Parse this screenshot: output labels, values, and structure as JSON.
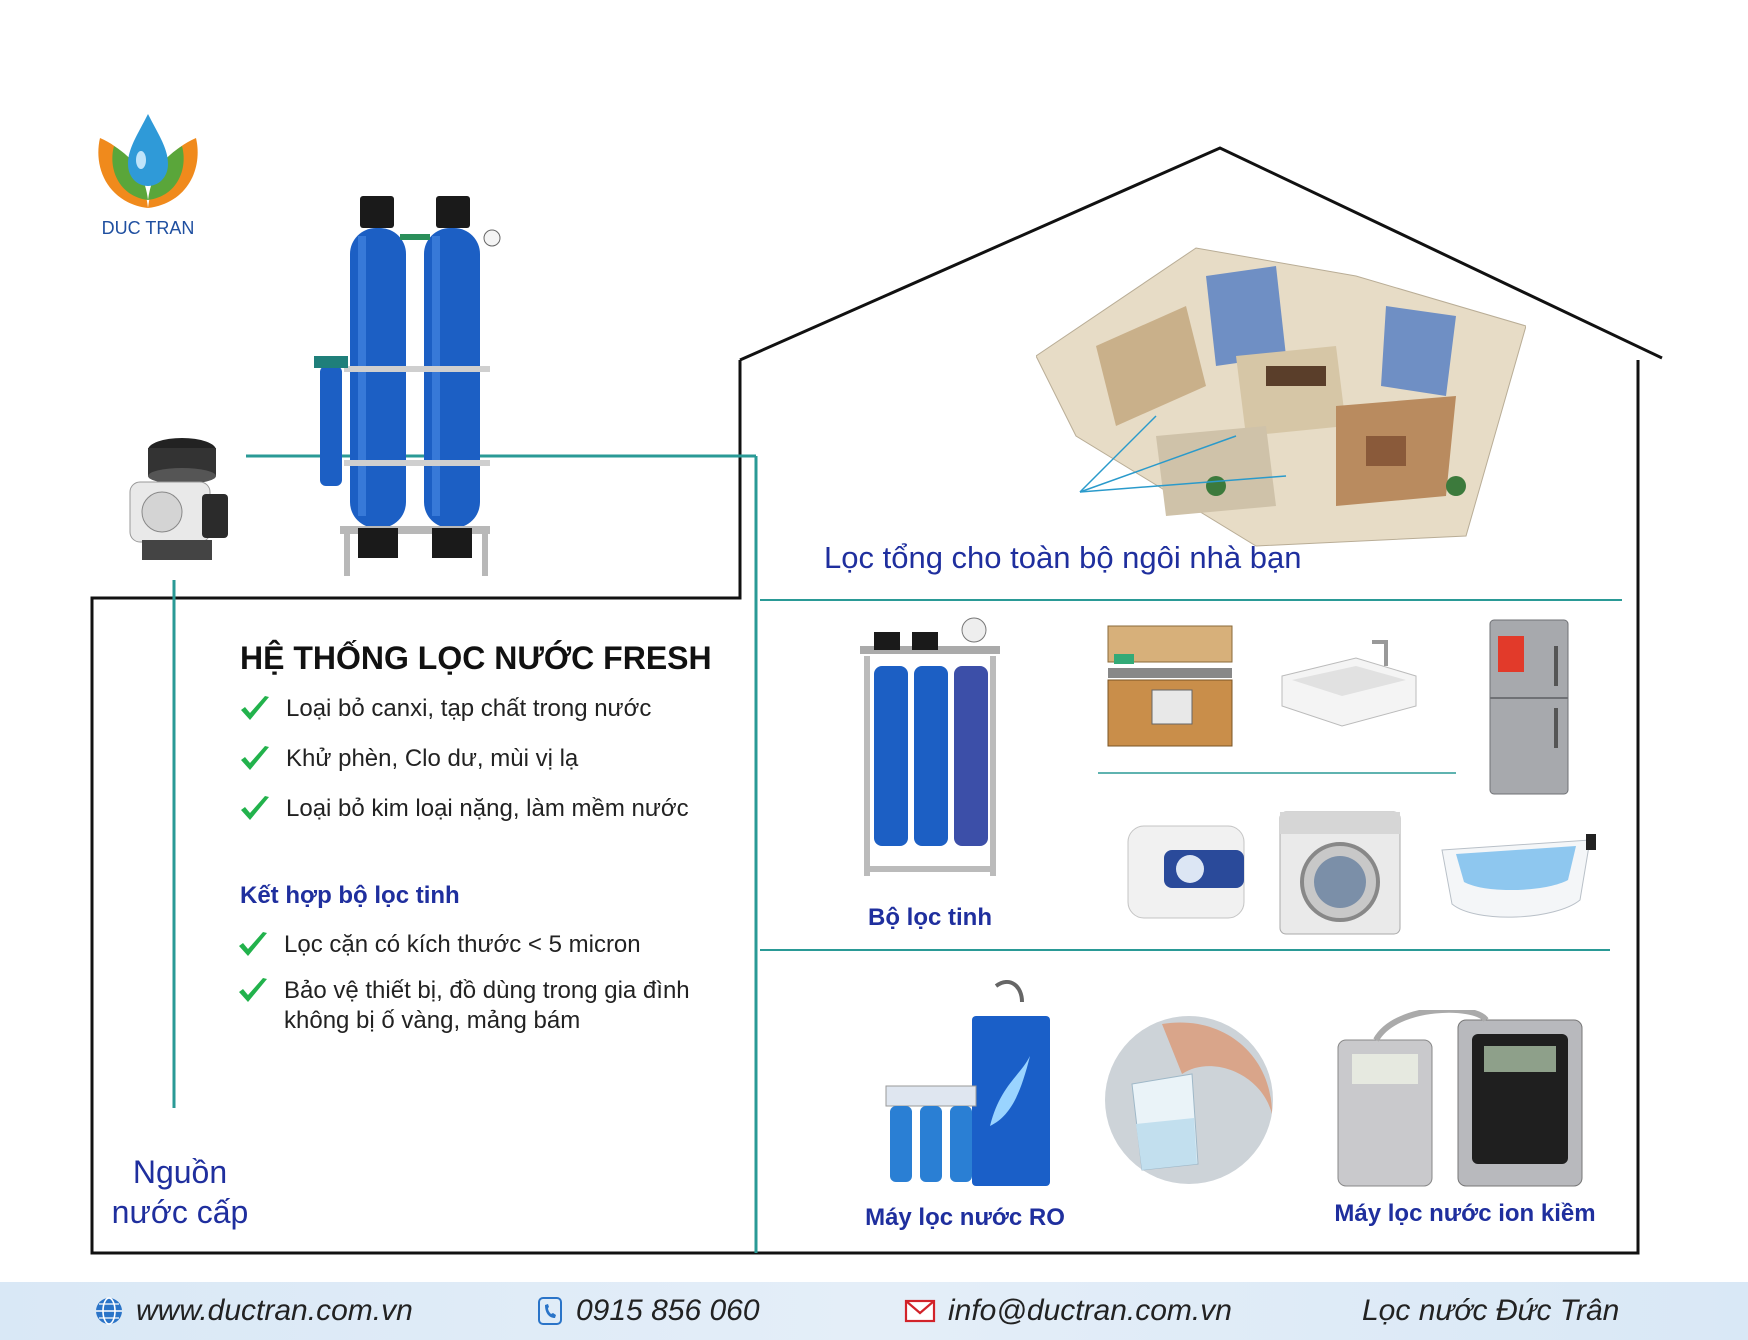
{
  "brand": {
    "name": "DUC TRAN"
  },
  "system": {
    "title": "HỆ THỐNG LỌC NƯỚC FRESH",
    "bullets": [
      "Loại bỏ canxi, tạp chất trong nước",
      "Khử phèn, Clo dư, mùi vị lạ",
      "Loại bỏ kim loại nặng, làm mềm nước"
    ],
    "combo_title": "Kết hợp bộ lọc tinh",
    "combo_bullets": [
      "Lọc cặn có kích thước < 5 micron",
      "Bảo vệ thiết bị, đồ dùng trong gia đình",
      "không bị ố vàng, mảng bám"
    ]
  },
  "source": {
    "line1": "Nguồn",
    "line2": "nước cấp"
  },
  "house": {
    "headline": "Lọc tổng cho toàn bộ ngôi nhà bạn"
  },
  "captions": {
    "fine_filter": "Bộ lọc tinh",
    "ro_machine": "Máy lọc nước RO",
    "ion_machine": "Máy lọc nước ion kiềm"
  },
  "footer": {
    "website": "www.ductran.com.vn",
    "phone": "0915 856 060",
    "email": "info@ductran.com.vn",
    "tagline": "Lọc nước Đức Trân"
  },
  "colors": {
    "title_blue": "#1f2f9e",
    "teal_line": "#2a9a96",
    "tick_green": "#22b24c",
    "tank_blue": "#1c5fc4",
    "logo_orange": "#f08a1c",
    "logo_green": "#5aa63a"
  },
  "icons": [
    "globe-icon",
    "phone-icon",
    "mail-icon",
    "check-icon"
  ]
}
